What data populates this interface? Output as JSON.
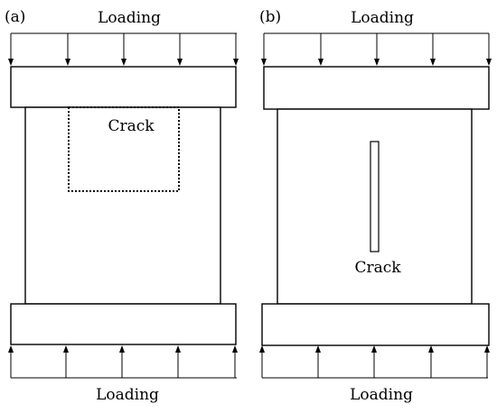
{
  "panels": [
    {
      "tag": "(a)",
      "top_loading_label": "Loading",
      "bottom_loading_label": "Loading",
      "crack_label": "Crack"
    },
    {
      "tag": "(b)",
      "top_loading_label": "Loading",
      "bottom_loading_label": "Loading",
      "crack_label": "Crack"
    }
  ],
  "colors": {
    "stroke": "#000000",
    "background": "#ffffff"
  }
}
